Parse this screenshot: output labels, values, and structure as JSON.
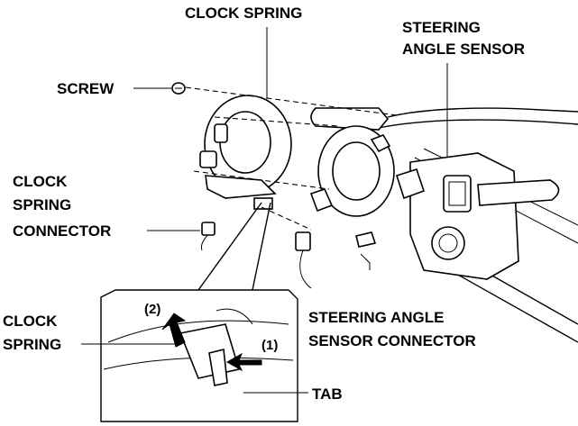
{
  "labels": {
    "clock_spring_top": "CLOCK SPRING",
    "steering_angle_sensor_line1": "STEERING",
    "steering_angle_sensor_line2": "ANGLE SENSOR",
    "screw": "SCREW",
    "clock_spring_connector_line1": "CLOCK",
    "clock_spring_connector_line2": "SPRING",
    "clock_spring_connector_line3": "CONNECTOR",
    "clock_spring_detail_line1": "CLOCK",
    "clock_spring_detail_line2": "SPRING",
    "sensor_connector_line1": "STEERING ANGLE",
    "sensor_connector_line2": "SENSOR CONNECTOR",
    "tab": "TAB",
    "step1": "(1)",
    "step2": "(2)"
  }
}
